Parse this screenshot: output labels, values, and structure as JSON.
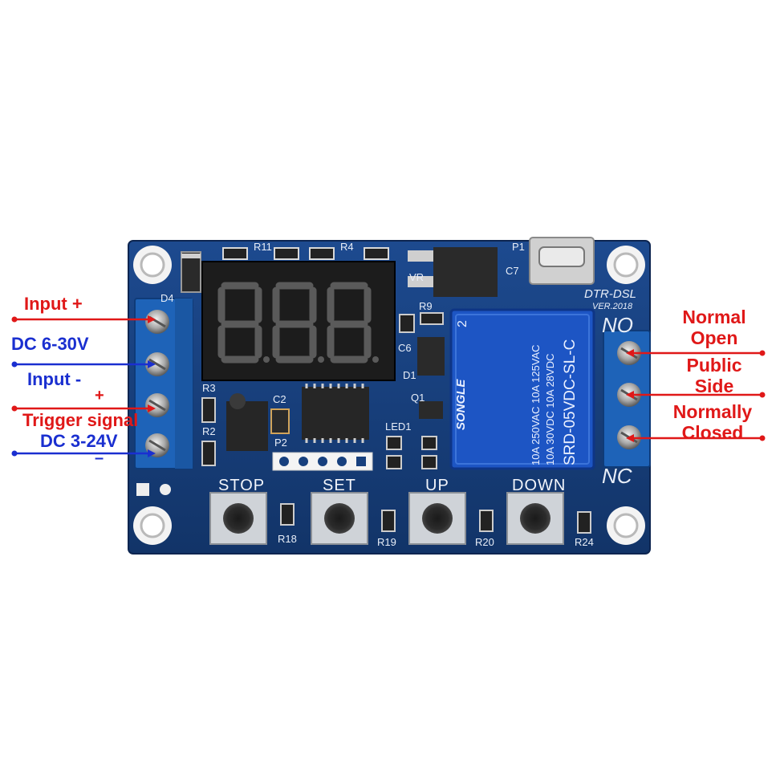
{
  "board": {
    "model": "DTR-DSL",
    "version": "VER.2018",
    "terminal_no": "NO",
    "terminal_nc": "NC",
    "silk": {
      "d4": "D4",
      "r11": "R11",
      "r4": "R4",
      "p1": "P1",
      "c7": "C7",
      "vr": "VR",
      "r9": "R9",
      "c6": "C6",
      "d1": "D1",
      "q1": "Q1",
      "led1": "LED1",
      "r3": "R3",
      "r2": "R2",
      "c2": "C2",
      "p2": "P2",
      "r18": "R18",
      "r19": "R19",
      "r20": "R20",
      "r24": "R24"
    },
    "buttons": [
      "STOP",
      "SET",
      "UP",
      "DOWN"
    ],
    "display": "8.8.8."
  },
  "relay": {
    "brand": "SONGLE",
    "model": "SRD-05VDC-SL-C",
    "rating_line1": "10A 250VAC  10A 125VAC",
    "rating_line2": "10A 30VDC  10A 28VDC",
    "mark_2": "2"
  },
  "callouts_left": {
    "input_plus": "Input +",
    "dc_in": "DC 6-30V",
    "input_minus": "Input -",
    "plus": "+",
    "trigger": "Trigger signal",
    "dc_trigger": "DC 3-24V",
    "minus": "–"
  },
  "callouts_right": {
    "no_1": "Normal",
    "no_2": "Open",
    "com_1": "Public",
    "com_2": "Side",
    "nc_1": "Normally",
    "nc_2": "Closed"
  },
  "colors": {
    "pcb": "#17407e",
    "terminal": "#1e63b8",
    "callout_red": "#e01818",
    "callout_blue": "#1a2fd0",
    "relay": "#1d55c4"
  }
}
